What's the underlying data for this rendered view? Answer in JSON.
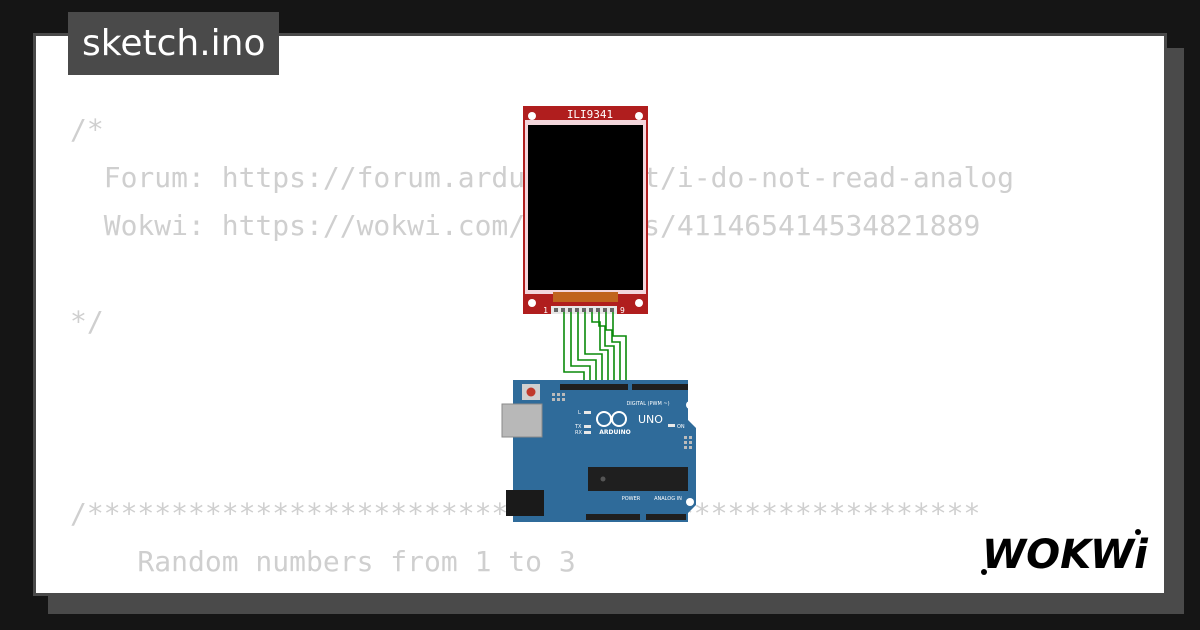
{
  "header": {
    "filename": "sketch.ino"
  },
  "code_lines": [
    "/*",
    "  Forum: https://forum.arduino.cc/t/i-do-not-read-analog",
    "  Wokwi: https://wokwi.com/projects/411465414534821889",
    "",
    "*/",
    "",
    "",
    "",
    "/*****************************************************",
    "    Random numbers from 1 to 3"
  ],
  "display": {
    "label": "ILI9341",
    "pin_first": "1",
    "pin_last": "9",
    "board_color": "#b01e1e",
    "screen_color": "#000000"
  },
  "arduino": {
    "model": "UNO",
    "brand": "ARDUINO",
    "digital_label": "DIGITAL (PWM ~)",
    "power_label": "POWER",
    "analog_label": "ANALOG IN",
    "led_l": "L",
    "led_tx": "TX",
    "led_rx": "RX",
    "on_label": "ON",
    "board_color": "#2f6b9a"
  },
  "wire_color": "#0a8a0a",
  "logo": {
    "text": "WOKWi",
    "icon": "wokwi-logo"
  }
}
